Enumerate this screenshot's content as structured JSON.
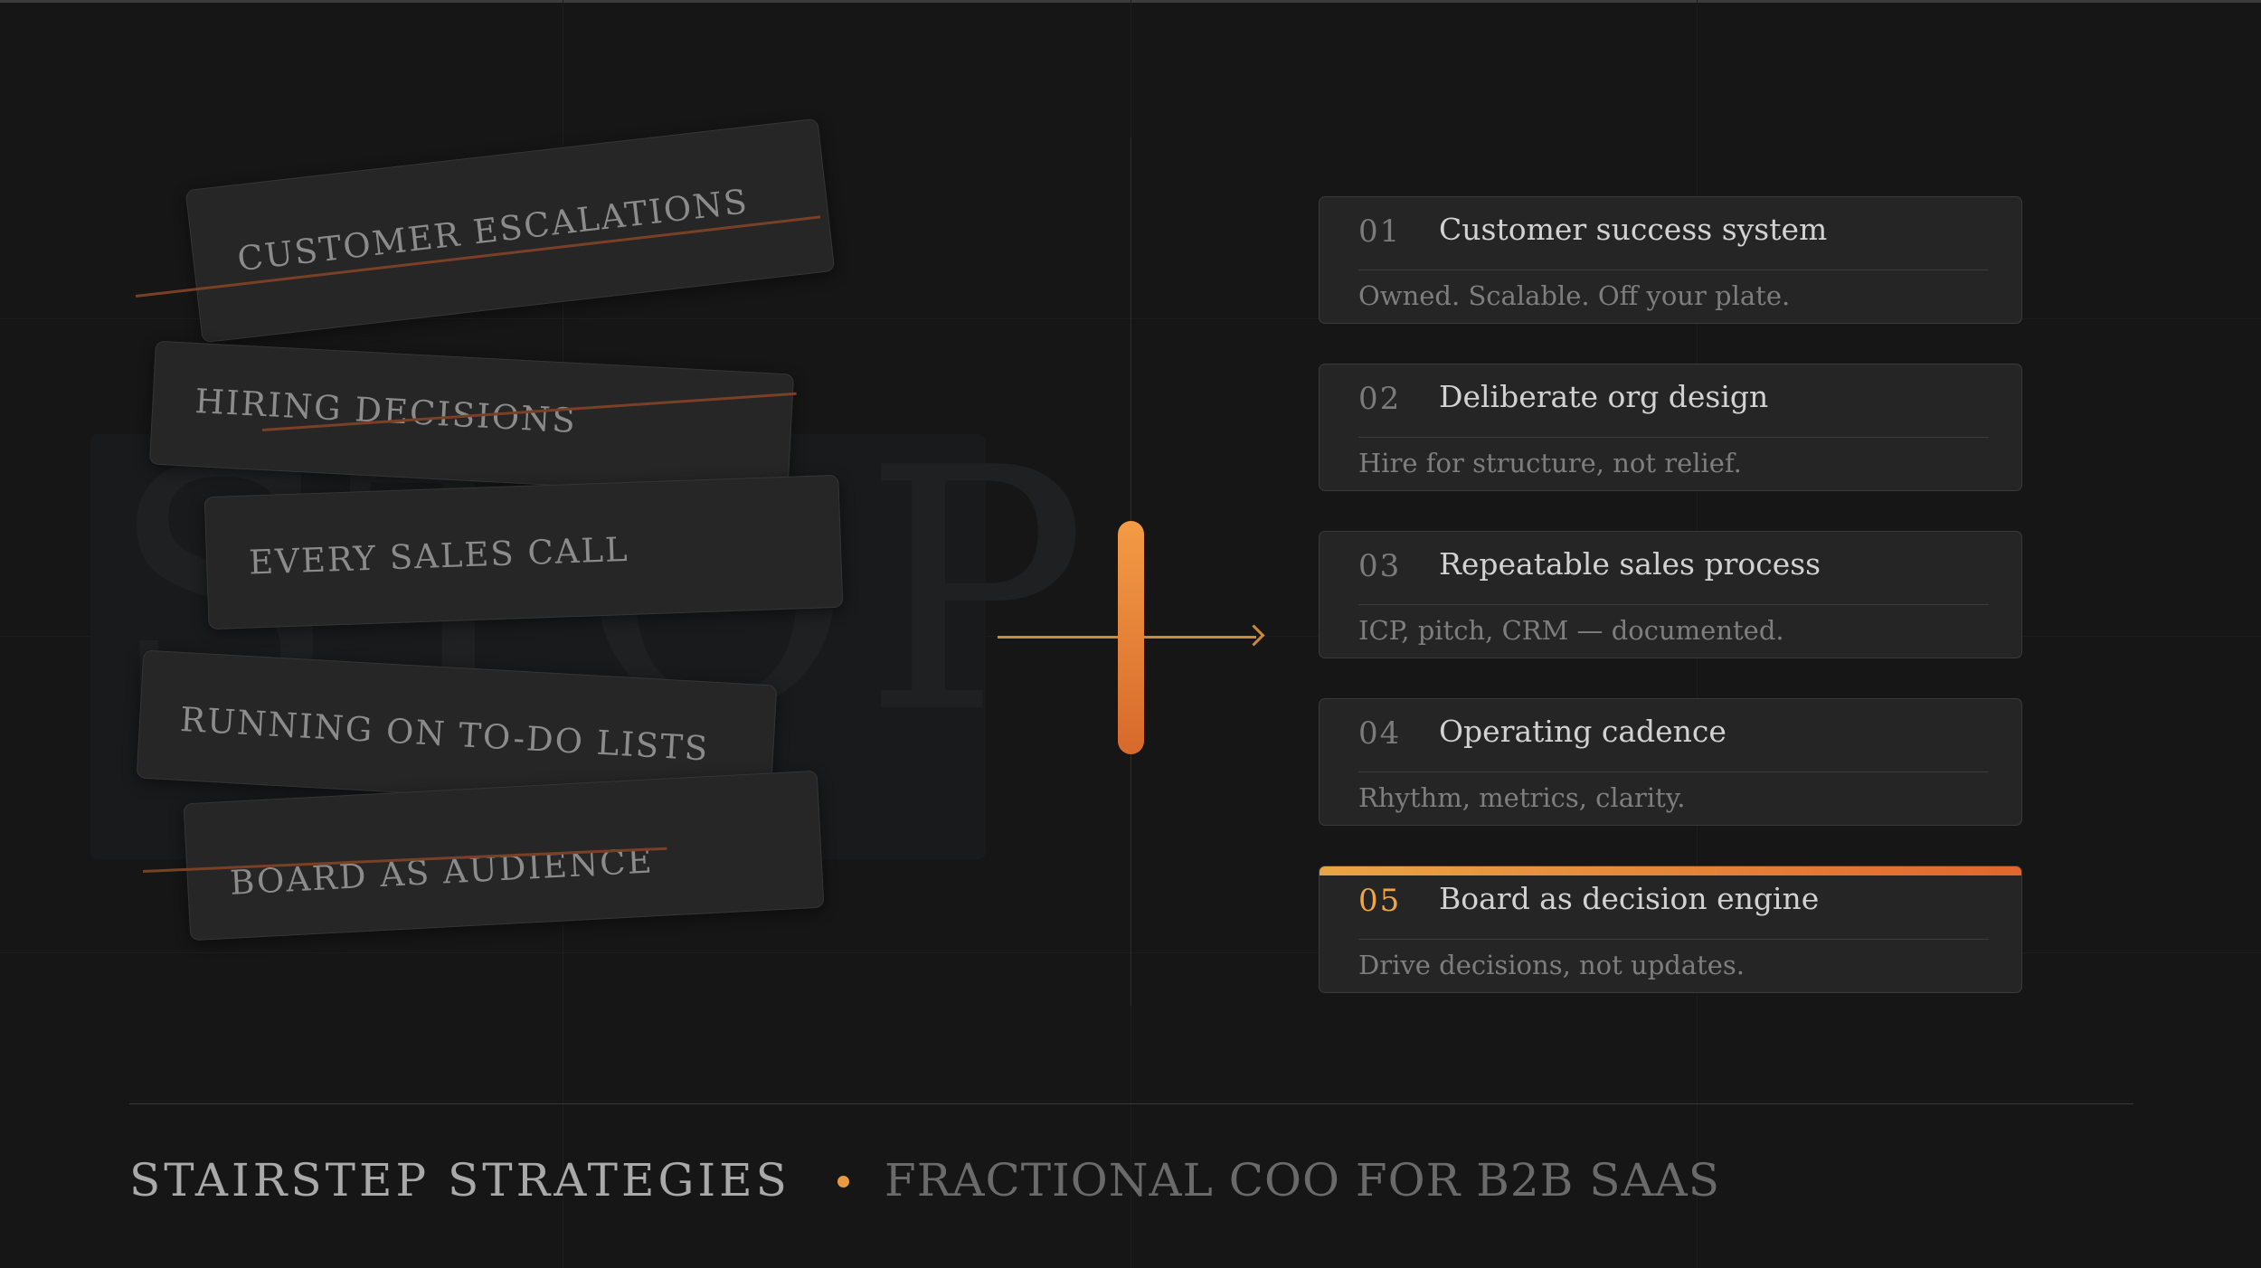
{
  "watermark": "STOP",
  "stop_cards": [
    "CUSTOMER ESCALATIONS",
    "HIRING DECISIONS",
    "EVERY SALES CALL",
    "RUNNING ON TO-DO LISTS",
    "BOARD AS AUDIENCE"
  ],
  "steps": [
    {
      "num": "01",
      "title": "Customer success system",
      "subtitle": "Owned. Scalable. Off your plate."
    },
    {
      "num": "02",
      "title": "Deliberate org design",
      "subtitle": "Hire for structure, not relief."
    },
    {
      "num": "03",
      "title": "Repeatable sales process",
      "subtitle": "ICP, pitch, CRM — documented."
    },
    {
      "num": "04",
      "title": "Operating cadence",
      "subtitle": "Rhythm, metrics, clarity."
    },
    {
      "num": "05",
      "title": "Board as decision engine",
      "subtitle": "Drive decisions, not updates."
    }
  ],
  "footer": {
    "brand": "STAIRSTEP STRATEGIES",
    "tagline": "FRACTIONAL COO FOR B2B SAAS"
  },
  "colors": {
    "accent": "#f0a444",
    "accent_dark": "#e0662e",
    "strike": "#7a4026"
  }
}
